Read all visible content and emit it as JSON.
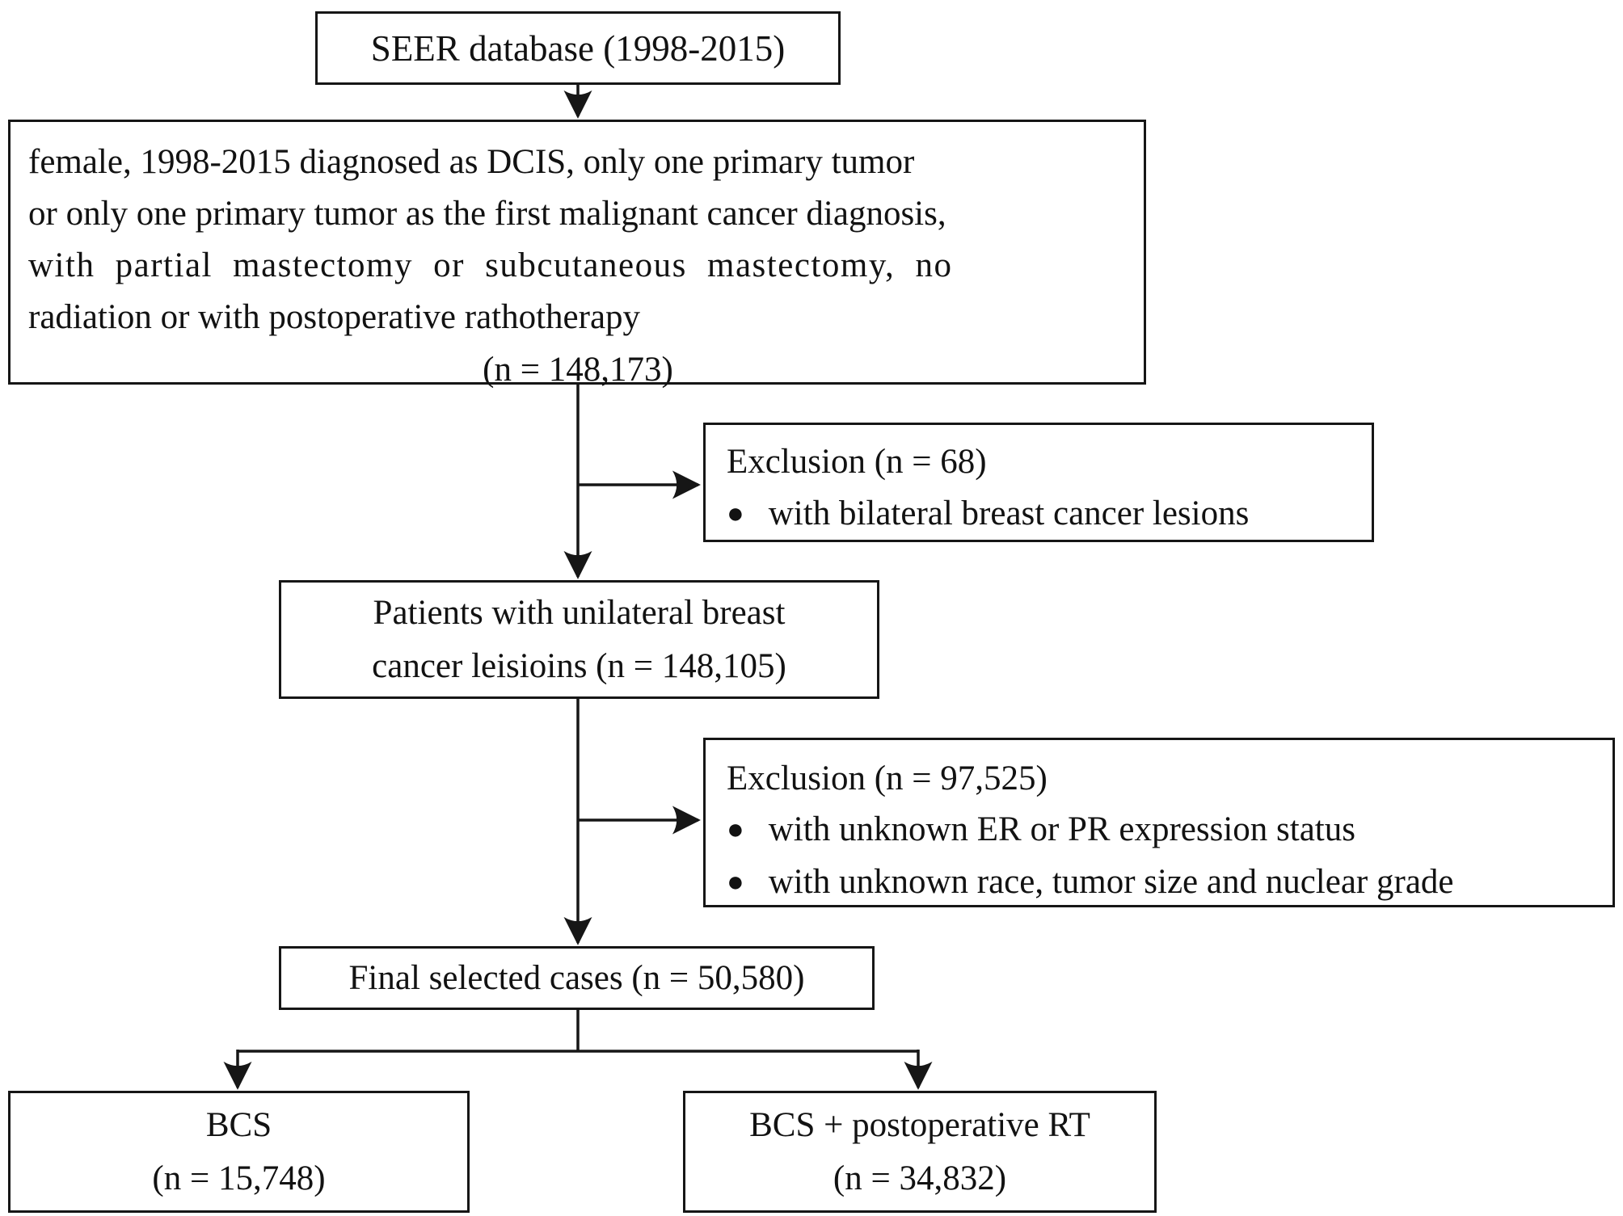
{
  "page": {
    "background": "#ffffff",
    "line_color": "#161616",
    "text_color": "#121212"
  },
  "glyphs": {
    "bullet": "●"
  },
  "boxes": {
    "seer_database": {
      "label": "SEER database (1998-2015)"
    },
    "inclusion_criteria": {
      "lines": [
        "female, 1998-2015 diagnosed as DCIS, only one primary tumor",
        "or only one primary tumor as the first malignant cancer diagnosis,",
        "with partial mastectomy or subcutaneous mastectomy, no",
        "radiation or with postoperative rathotherapy"
      ],
      "count_label": "(n = 148,173)"
    },
    "exclusion_1": {
      "title": "Exclusion (n = 68)",
      "bullets": [
        "with bilateral breast cancer lesions"
      ]
    },
    "unilateral_patients": {
      "lines": [
        "Patients with unilateral breast",
        "cancer leisioins (n = 148,105)"
      ]
    },
    "exclusion_2": {
      "title": "Exclusion (n = 97,525)",
      "bullets": [
        "with unknown ER or PR expression status",
        "with unknown race, tumor size and nuclear grade"
      ]
    },
    "final_selected": {
      "label": "Final selected cases (n = 50,580)"
    },
    "bcs": {
      "lines": [
        "BCS",
        "(n = 15,748)"
      ]
    },
    "bcs_rt": {
      "lines": [
        "BCS + postoperative RT",
        "(n = 34,832)"
      ]
    }
  }
}
